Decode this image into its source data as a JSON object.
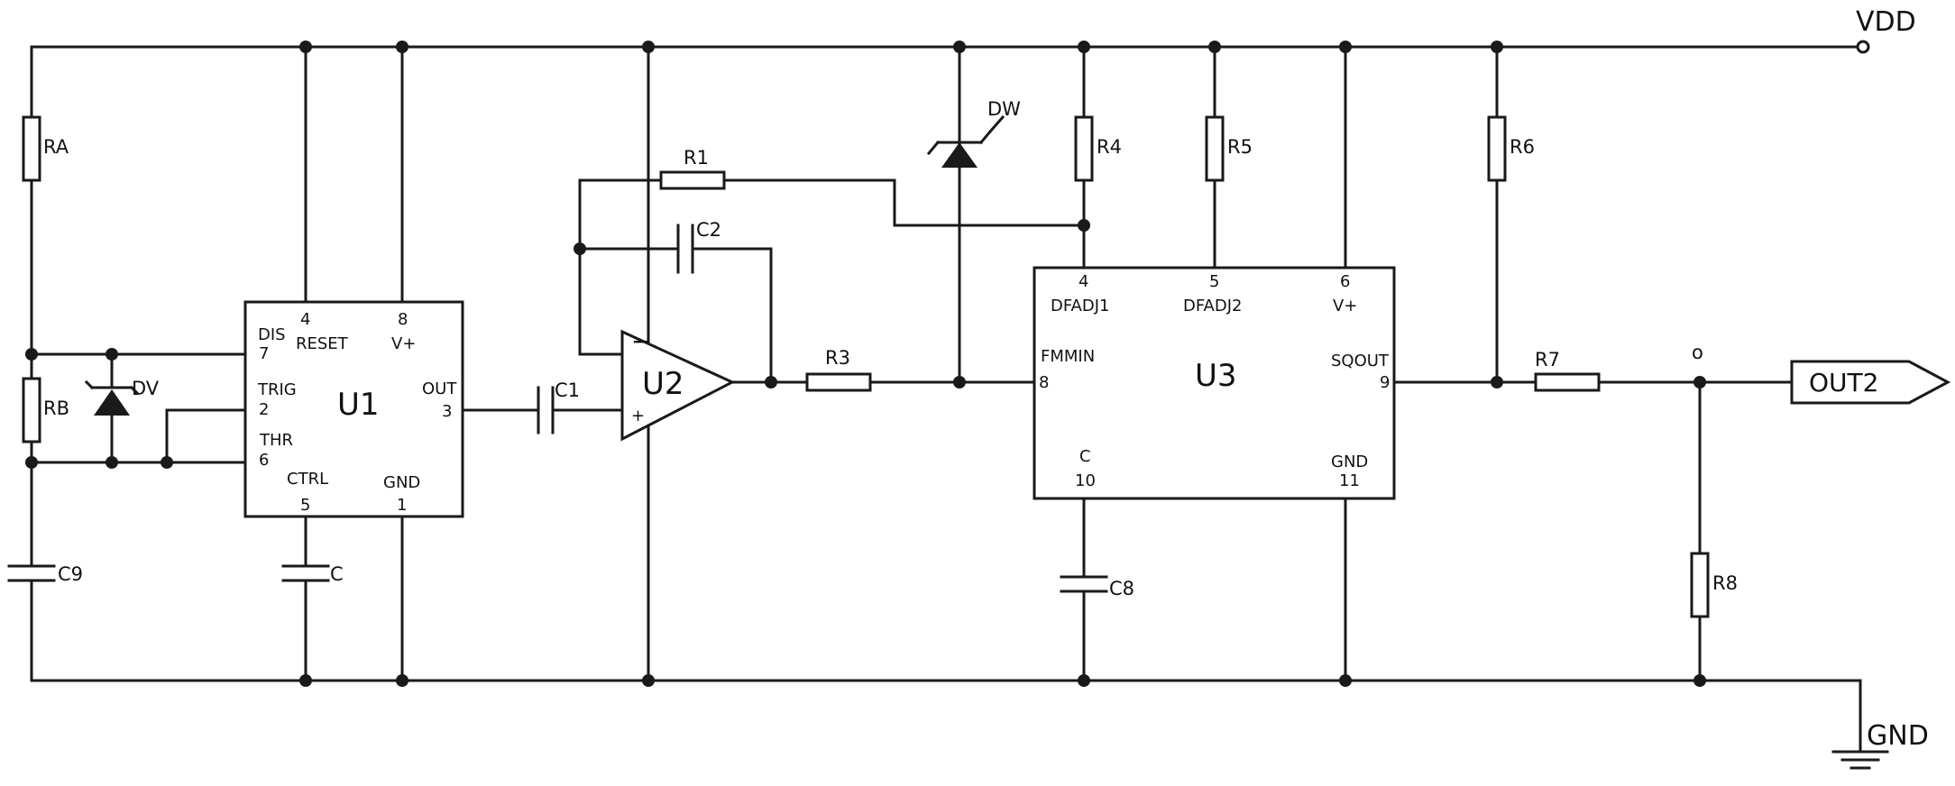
{
  "rails": {
    "vdd": "VDD",
    "gnd": "GND"
  },
  "components": {
    "ra": "RA",
    "rb_left": "RB",
    "dv": "DV",
    "c9": "C9",
    "c_ctrl": "C",
    "c1": "C1",
    "c2": "C2",
    "r1": "R1",
    "r3": "R3",
    "dw": "DW",
    "r4": "R4",
    "r5": "R5",
    "r6": "R6",
    "r7": "R7",
    "r8": "R8",
    "c8": "C8"
  },
  "u1": {
    "name": "U1",
    "pins": {
      "dis": "DIS",
      "dis_num": "7",
      "reset": "RESET",
      "reset_num": "4",
      "vplus": "V+",
      "vplus_num": "8",
      "trig": "TRIG",
      "trig_num": "2",
      "thr": "THR",
      "thr_num": "6",
      "out": "OUT",
      "out_num": "3",
      "ctrl": "CTRL",
      "ctrl_num": "5",
      "gnd": "GND",
      "gnd_num": "1"
    }
  },
  "u2": {
    "name": "U2",
    "minus": "−",
    "plus": "+"
  },
  "u3": {
    "name": "U3",
    "pins": {
      "dfadj1": "DFADJ1",
      "dfadj1_num": "4",
      "dfadj2": "DFADJ2",
      "dfadj2_num": "5",
      "vplus": "V+",
      "vplus_num": "6",
      "fmmin": "FMMIN",
      "fmmin_num": "8",
      "sqout": "SQOUT",
      "sqout_num": "9",
      "c": "C",
      "c_num": "10",
      "gnd": "GND",
      "gnd_num": "11"
    }
  },
  "output": {
    "label": "OUT2",
    "node_mark": "o"
  },
  "colors": {
    "ink": "#1a1a1a",
    "background": "#ffffff"
  }
}
